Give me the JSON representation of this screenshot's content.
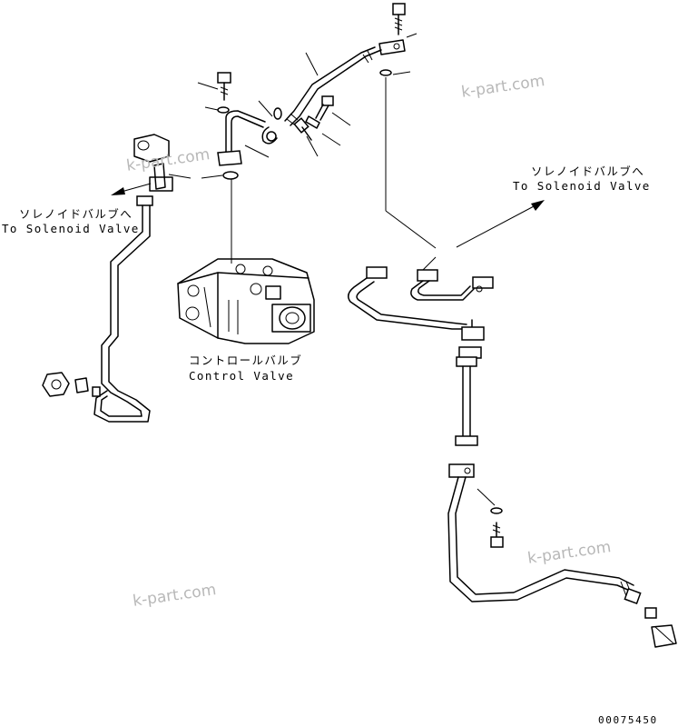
{
  "labels": {
    "solenoid_left_jp": "ソレノイドバルブへ",
    "solenoid_left_en": "To Solenoid Valve",
    "solenoid_right_jp": "ソレノイドバルブへ",
    "solenoid_right_en": "To Solenoid Valve",
    "control_valve_jp": "コントロールバルブ",
    "control_valve_en": "Control Valve"
  },
  "watermarks": [
    "k-part.com",
    "k-part.com",
    "k-part.com",
    "k-part.com"
  ],
  "drawing_number": "00075450",
  "colors": {
    "line": "#000000",
    "watermark": "#b8b8b8",
    "background": "#ffffff"
  }
}
